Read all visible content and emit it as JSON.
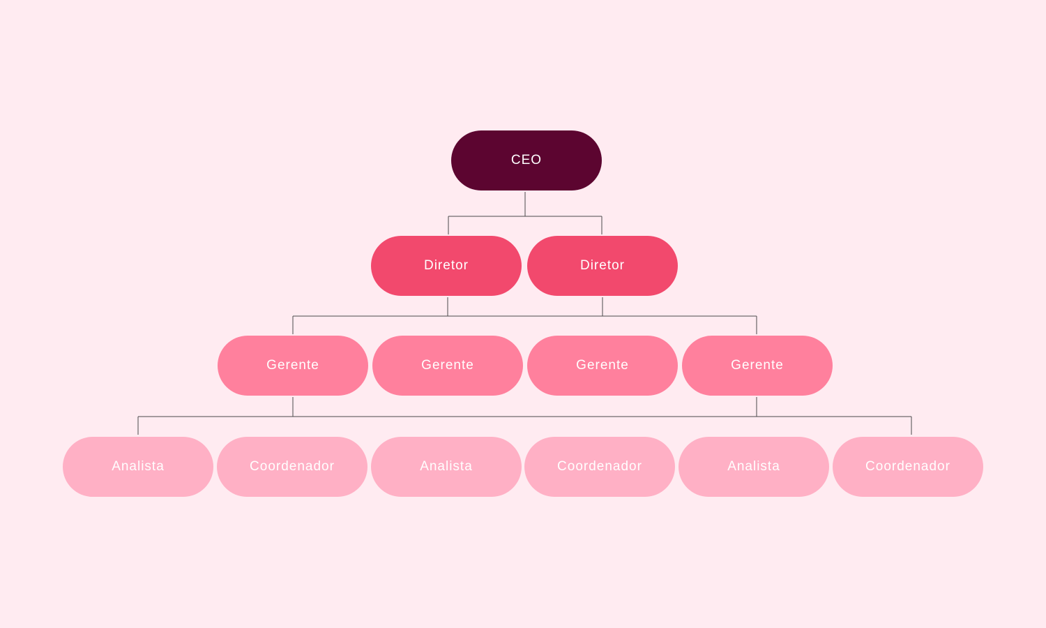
{
  "colors": {
    "background": "#ffebf1",
    "ceo": "#5c0530",
    "diretor": "#f2496d",
    "gerente": "#ff809d",
    "staff": "#ffb0c5",
    "line": "#4a4a4a"
  },
  "org_chart": {
    "ceo": {
      "label": "CEO"
    },
    "diretores": [
      {
        "label": "Diretor"
      },
      {
        "label": "Diretor"
      }
    ],
    "gerentes": [
      {
        "label": "Gerente"
      },
      {
        "label": "Gerente"
      },
      {
        "label": "Gerente"
      },
      {
        "label": "Gerente"
      }
    ],
    "equipe": [
      {
        "label": "Analista"
      },
      {
        "label": "Coordenador"
      },
      {
        "label": "Analista"
      },
      {
        "label": "Coordenador"
      },
      {
        "label": "Analista"
      },
      {
        "label": "Coordenador"
      }
    ]
  }
}
